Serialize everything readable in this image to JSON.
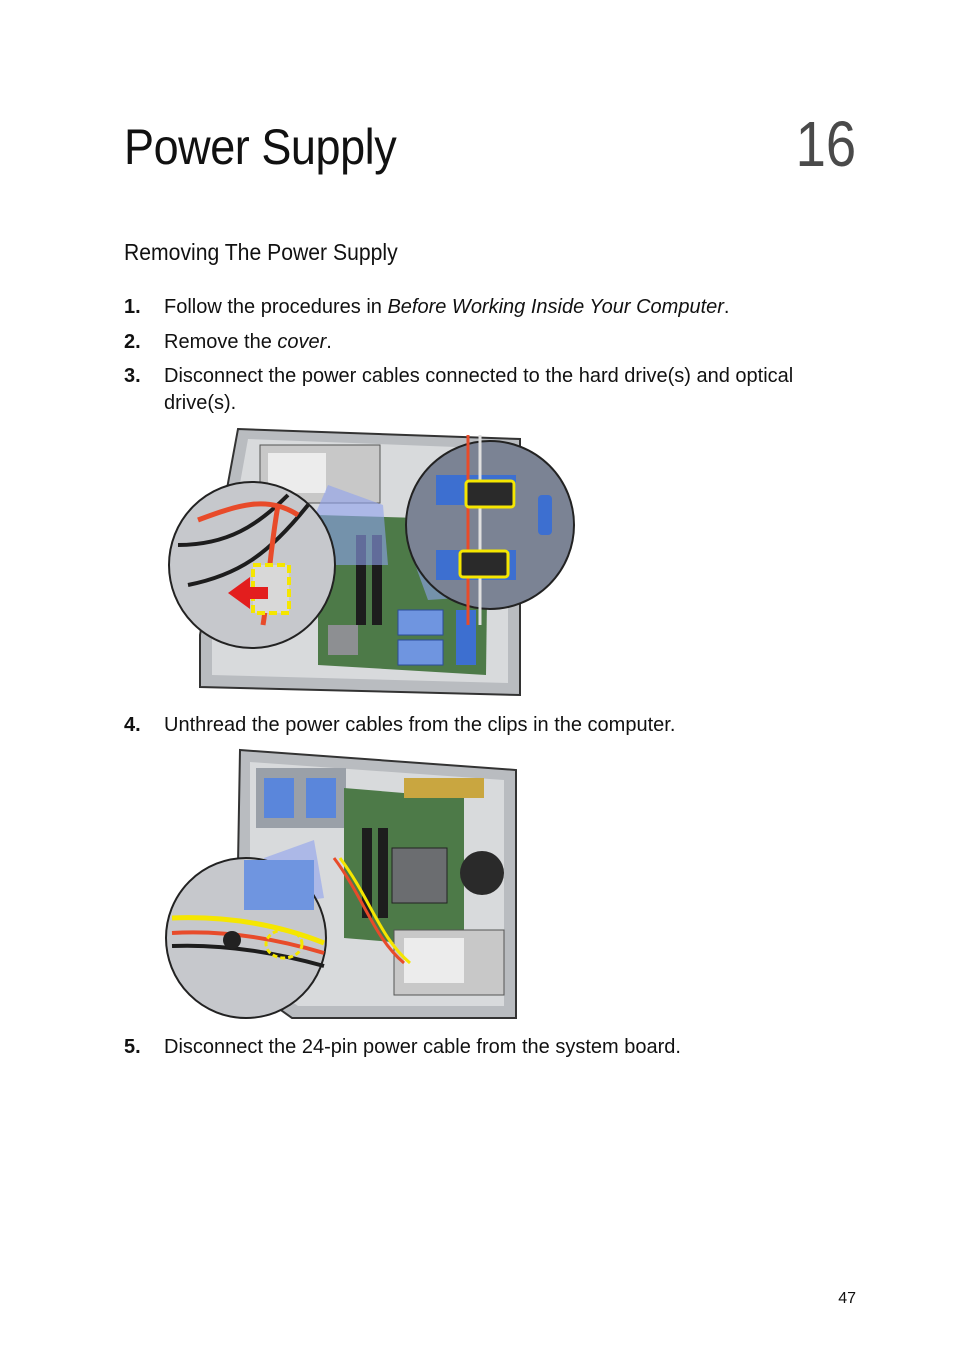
{
  "chapter": {
    "title": "Power Supply",
    "number": "16"
  },
  "section": {
    "title": "Removing The Power Supply"
  },
  "steps": [
    {
      "num": "1.",
      "pre": "Follow the procedures in ",
      "em": "Before Working Inside Your Computer",
      "post": "."
    },
    {
      "num": "2.",
      "pre": "Remove the ",
      "em": "cover",
      "post": "."
    },
    {
      "num": "3.",
      "text": "Disconnect the power cables connected to the hard drive(s) and optical drive(s)."
    },
    {
      "num": "4.",
      "text": "Unthread the power cables from the clips in the computer."
    },
    {
      "num": "5.",
      "text": "Disconnect the 24-pin power cable from the system board."
    }
  ],
  "page_number": "47",
  "colors": {
    "highlight": "#f5e600",
    "arrow": "#e31e1e",
    "blue_plastic": "#3d6fd0",
    "board_green": "#3f6a3b"
  }
}
